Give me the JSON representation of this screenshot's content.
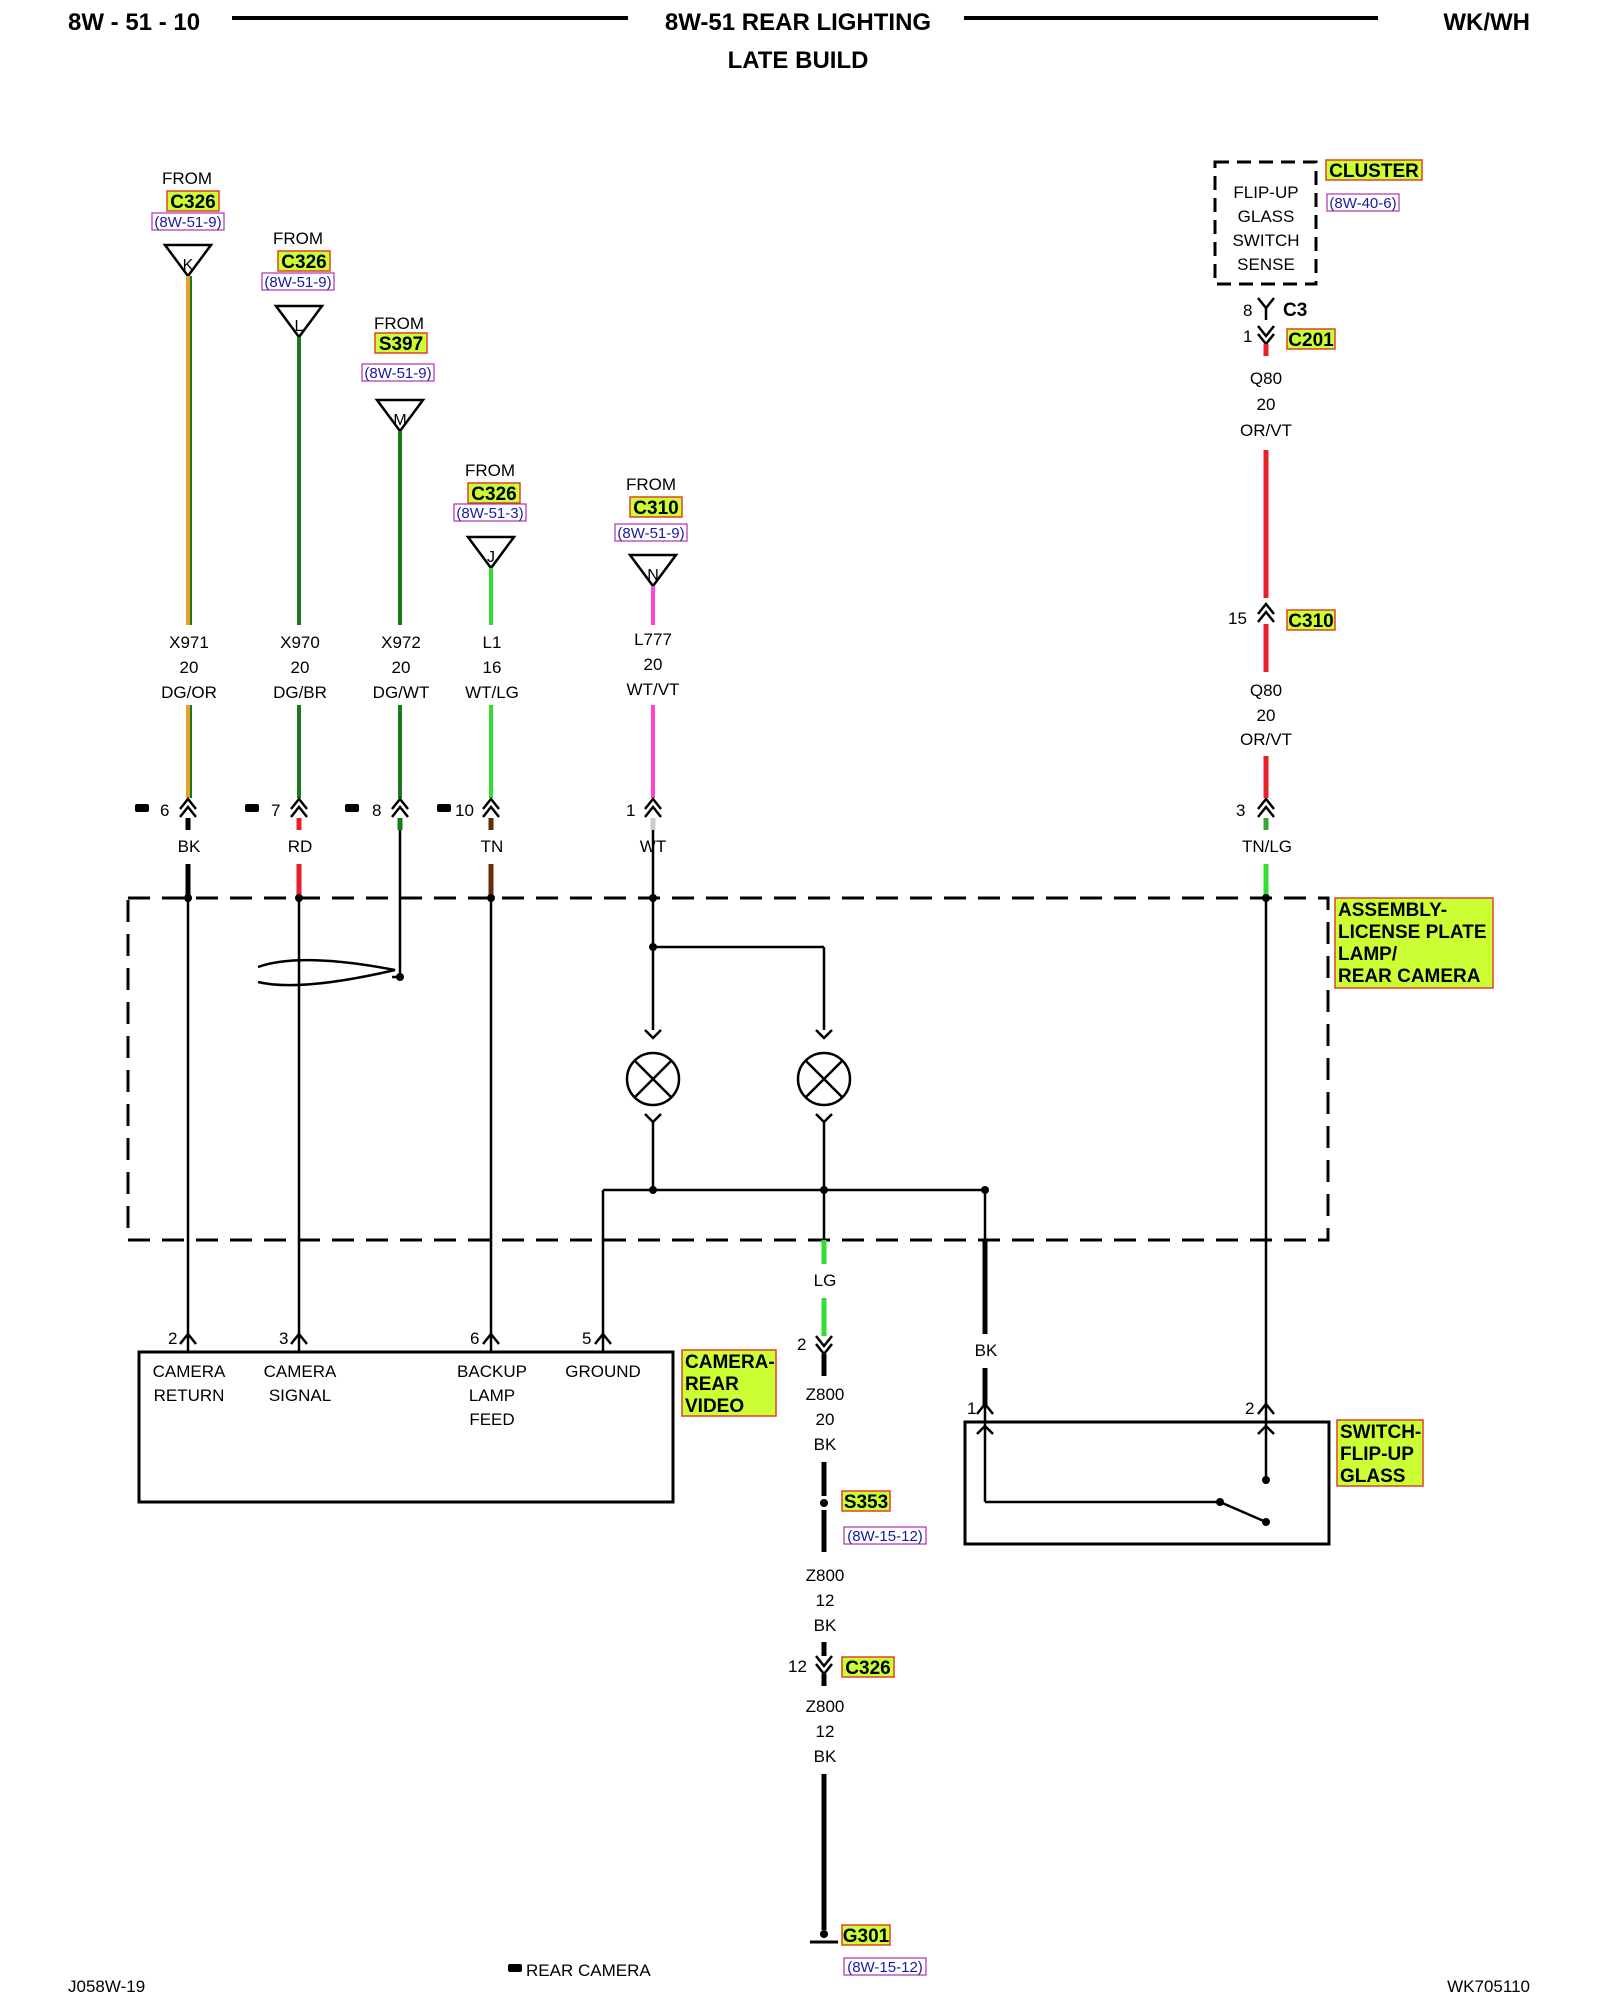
{
  "header": {
    "page_code": "8W - 51 - 10",
    "title_line1": "8W-51 REAR LIGHTING",
    "title_line2": "LATE BUILD",
    "vehicle": "WK/WH"
  },
  "footer": {
    "left_code": "J058W-19",
    "center_label": "REAR CAMERA",
    "right_code": "WK705110"
  },
  "sources": [
    {
      "from": "FROM",
      "connector": "C326",
      "ref": "(8W-51-9)",
      "letter": "K"
    },
    {
      "from": "FROM",
      "connector": "C326",
      "ref": "(8W-51-9)",
      "letter": "L"
    },
    {
      "from": "FROM",
      "connector": "S397",
      "ref": "(8W-51-9)",
      "letter": "M"
    },
    {
      "from": "FROM",
      "connector": "C326",
      "ref": "(8W-51-3)",
      "letter": "J"
    },
    {
      "from": "FROM",
      "connector": "C310",
      "ref": "(8W-51-9)",
      "letter": "N"
    }
  ],
  "wires": [
    {
      "circuit": "X971",
      "gauge": "20",
      "color": "DG/OR"
    },
    {
      "circuit": "X970",
      "gauge": "20",
      "color": "DG/BR"
    },
    {
      "circuit": "X972",
      "gauge": "20",
      "color": "DG/WT"
    },
    {
      "circuit": "L1",
      "gauge": "16",
      "color": "WT/LG"
    },
    {
      "circuit": "L777",
      "gauge": "20",
      "color": "WT/VT"
    }
  ],
  "pins": [
    {
      "num": "6",
      "color": "BK"
    },
    {
      "num": "7",
      "color": "RD"
    },
    {
      "num": "8",
      "color": ""
    },
    {
      "num": "10",
      "color": "TN"
    },
    {
      "num": "1",
      "color": "WT"
    },
    {
      "num": "3",
      "color": "TN/LG"
    }
  ],
  "cluster": {
    "tag": "CLUSTER",
    "ref": "(8W-40-6)",
    "lines": [
      "FLIP-UP",
      "GLASS",
      "SWITCH",
      "SENSE"
    ],
    "pin_c3": "8",
    "c3": "C3",
    "pin_c201": "1",
    "c201": "C201",
    "wire_top": {
      "circuit": "Q80",
      "gauge": "20",
      "color": "OR/VT"
    },
    "pin_c310": "15",
    "c310": "C310",
    "wire_bottom": {
      "circuit": "Q80",
      "gauge": "20",
      "color": "OR/VT"
    }
  },
  "assembly_tag": [
    "ASSEMBLY-",
    "LICENSE PLATE",
    "LAMP/",
    "REAR CAMERA"
  ],
  "camera_tag": [
    "CAMERA-",
    "REAR",
    "VIDEO"
  ],
  "switch_tag": [
    "SWITCH-",
    "FLIP-UP",
    "GLASS"
  ],
  "camera_pins": [
    {
      "num": "2",
      "line1": "CAMERA",
      "line2": "RETURN",
      "line3": ""
    },
    {
      "num": "3",
      "line1": "CAMERA",
      "line2": "SIGNAL",
      "line3": ""
    },
    {
      "num": "6",
      "line1": "BACKUP",
      "line2": "LAMP",
      "line3": "FEED"
    },
    {
      "num": "5",
      "line1": "GROUND",
      "line2": "",
      "line3": ""
    }
  ],
  "ground": {
    "lg_label": "LG",
    "pin2": "2",
    "z800a": {
      "circuit": "Z800",
      "gauge": "20",
      "color": "BK"
    },
    "s353": "S353",
    "s353_ref": "(8W-15-12)",
    "z800b": {
      "circuit": "Z800",
      "gauge": "12",
      "color": "BK"
    },
    "pin12": "12",
    "c326": "C326",
    "z800c": {
      "circuit": "Z800",
      "gauge": "12",
      "color": "BK"
    },
    "g301": "G301",
    "g301_ref": "(8W-15-12)"
  },
  "switch": {
    "bk_label": "BK",
    "pin1": "1",
    "pin2": "2"
  },
  "colors": {
    "orange": "#e8a030",
    "green": "#1a7a1a",
    "light_green": "#33dd33",
    "red": "#e8202a",
    "magenta": "#ff44dd",
    "brown": "#6b2a0a",
    "highlight": "#ccff33",
    "highlight_border": "#e0402a"
  }
}
